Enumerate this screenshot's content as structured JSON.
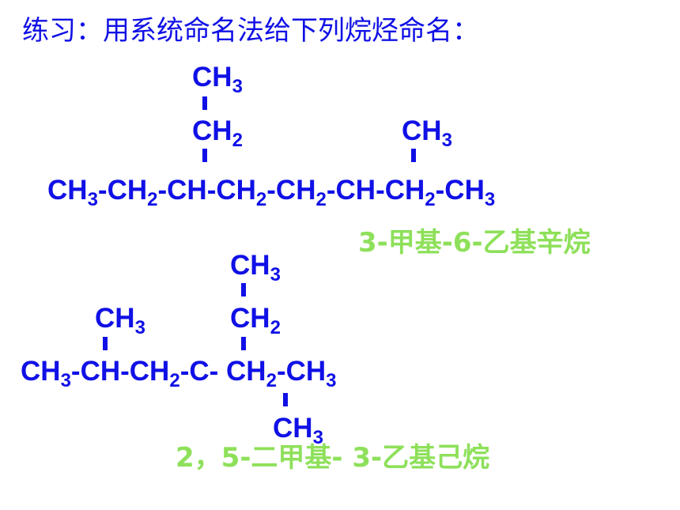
{
  "title": "练习：用系统命名法给下列烷烃命名：",
  "molecule1": {
    "top_branch_a": [
      "CH",
      "3"
    ],
    "mid_branch_a": [
      "CH",
      "2"
    ],
    "branch_b": [
      "CH",
      "3"
    ],
    "main_chain": [
      "CH",
      "3",
      "-CH",
      "2",
      "-CH-CH",
      "2",
      "-CH",
      "2",
      "-CH-CH",
      "2",
      "-CH",
      "3"
    ],
    "answer": "3-甲基-6-乙基辛烷"
  },
  "molecule2": {
    "top_branch": [
      "CH",
      "3"
    ],
    "left_branch": [
      "CH",
      "3"
    ],
    "mid_branch": [
      "CH",
      "2"
    ],
    "main_chain": [
      "CH",
      "3",
      "-CH-CH",
      "2",
      "-C- CH",
      "2",
      "-CH",
      "3"
    ],
    "bottom_branch": [
      "CH",
      "3"
    ],
    "answer": "2，5-二甲基- 3-乙基己烷"
  },
  "colors": {
    "formula": "#1010e6",
    "answer": "#8ee05a"
  }
}
